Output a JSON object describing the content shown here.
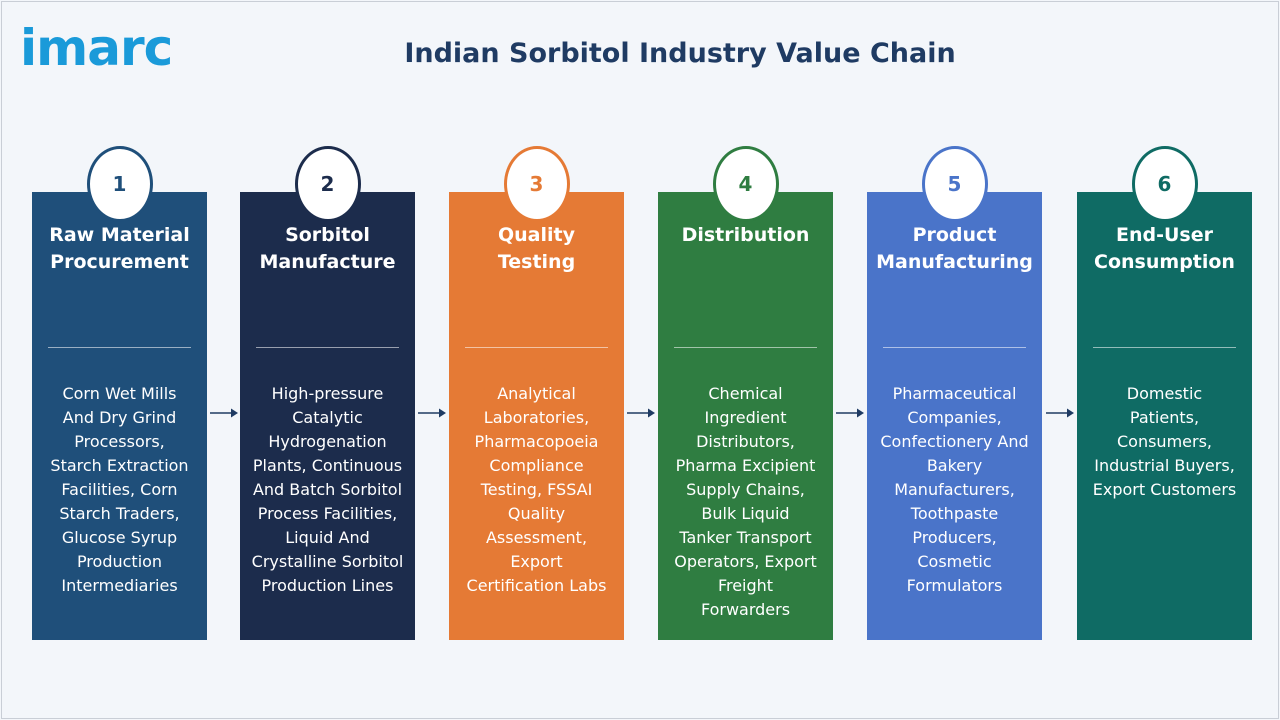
{
  "logo": {
    "text": "imarc",
    "color": "#1a9ad9"
  },
  "title": "Indian Sorbitol Industry Value Chain",
  "stages": [
    {
      "number": "1",
      "title": "Raw Material\nProcurement",
      "body": "Corn Wet Mills\nAnd Dry Grind\nProcessors,\nStarch Extraction\nFacilities, Corn\nStarch Traders,\nGlucose Syrup\nProduction\nIntermediaries",
      "color": "#1f4f7a",
      "badge_color": "#1f4f7a"
    },
    {
      "number": "2",
      "title": "Sorbitol\nManufacture",
      "body": "High-pressure\nCatalytic\nHydrogenation\nPlants, Continuous\nAnd Batch Sorbitol\nProcess Facilities,\nLiquid And\nCrystalline Sorbitol\nProduction Lines",
      "color": "#1c2c4c",
      "badge_color": "#1c2c4c"
    },
    {
      "number": "3",
      "title": "Quality\nTesting",
      "body": "Analytical\nLaboratories,\nPharmacopoeia\nCompliance\nTesting, FSSAI\nQuality\nAssessment,\nExport\nCertification Labs",
      "color": "#e57a35",
      "badge_color": "#e57a35"
    },
    {
      "number": "4",
      "title": "Distribution",
      "body": "Chemical\nIngredient\nDistributors,\nPharma Excipient\nSupply Chains,\nBulk Liquid\nTanker Transport\nOperators, Export\nFreight\nForwarders",
      "color": "#2f7d41",
      "badge_color": "#2f7d41"
    },
    {
      "number": "5",
      "title": "Product\nManufacturing",
      "body": "Pharmaceutical\nCompanies,\nConfectionery And\nBakery\nManufacturers,\nToothpaste\nProducers,\nCosmetic\nFormulators",
      "color": "#4a74c9",
      "badge_color": "#4a74c9"
    },
    {
      "number": "6",
      "title": "End-User\nConsumption",
      "body": "Domestic\nPatients,\nConsumers,\nIndustrial Buyers,\nExport Customers",
      "color": "#0f6b64",
      "badge_color": "#0f6b64"
    }
  ],
  "arrow_color": "#1f3b63"
}
